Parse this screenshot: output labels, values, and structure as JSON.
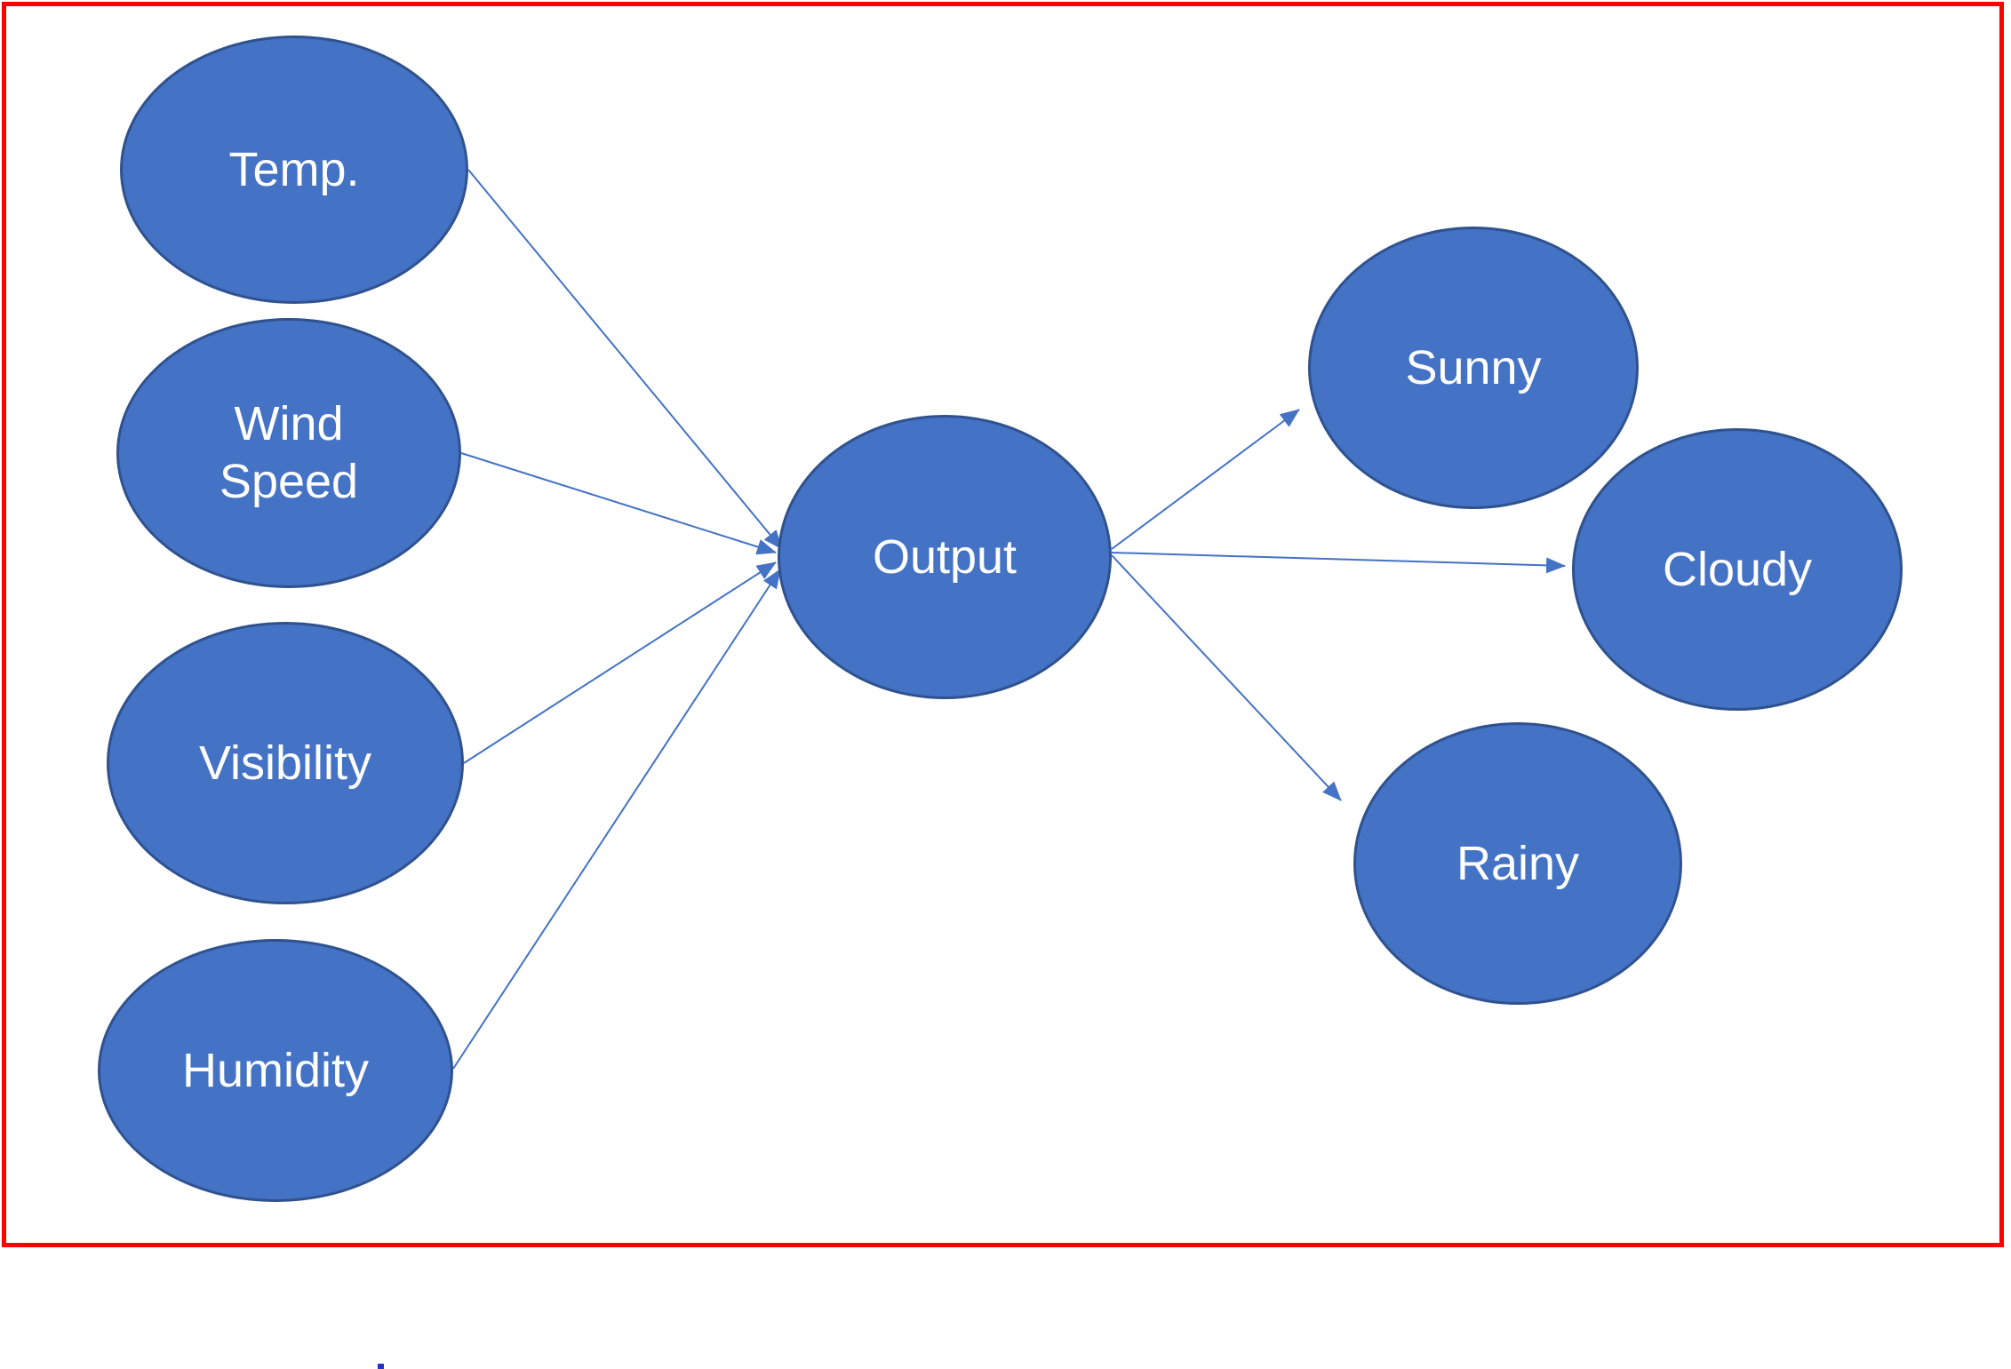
{
  "diagram": {
    "title": "weather-output-network",
    "background_color": "#ffffff",
    "frame_color": "#ff0000",
    "node_fill_color": "#4472c4",
    "node_stroke_color": "#2f528f",
    "connector_color": "#4472c4",
    "label_color": "#ffffff",
    "artifact_dot_color": "#2233cc",
    "nodes": {
      "temp": {
        "label": "Temp."
      },
      "wind": {
        "label": "Wind Speed"
      },
      "visibility": {
        "label": "Visibility"
      },
      "humidity": {
        "label": "Humidity"
      },
      "output": {
        "label": "Output"
      },
      "sunny": {
        "label": "Sunny"
      },
      "cloudy": {
        "label": "Cloudy"
      },
      "rainy": {
        "label": "Rainy"
      }
    },
    "edges": [
      {
        "from": "temp",
        "to": "output"
      },
      {
        "from": "wind",
        "to": "output"
      },
      {
        "from": "visibility",
        "to": "output"
      },
      {
        "from": "humidity",
        "to": "output"
      },
      {
        "from": "output",
        "to": "sunny"
      },
      {
        "from": "output",
        "to": "cloudy"
      },
      {
        "from": "output",
        "to": "rainy"
      }
    ]
  }
}
